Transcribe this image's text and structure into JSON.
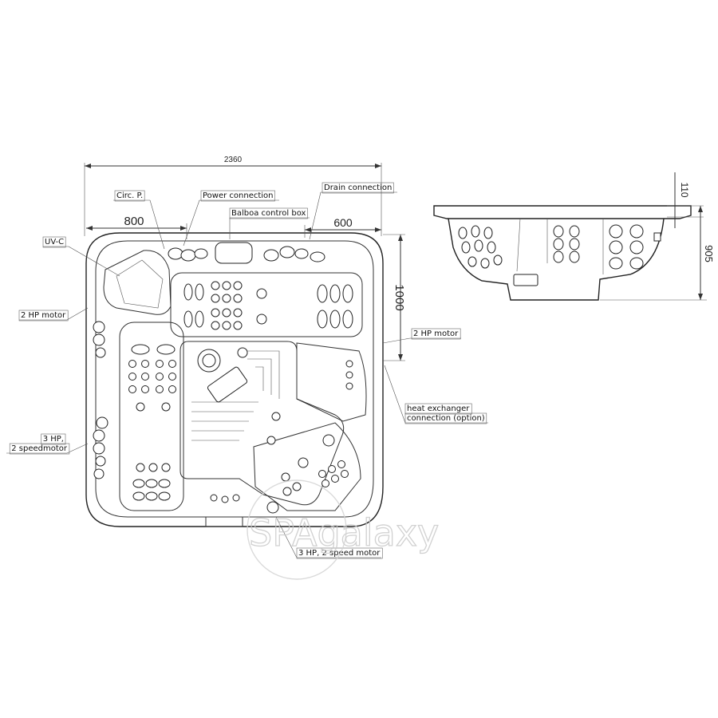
{
  "dimensions": {
    "overall_width": "2360",
    "left_width": "800",
    "right_width": "600",
    "right_depth": "1000",
    "rim_height": "110",
    "total_height": "905"
  },
  "labels": {
    "circ_p": "Circ. P.",
    "power_connection": "Power connection",
    "drain_connection": "Drain connection",
    "balboa_control_box": "Balboa control box",
    "uv_c": "UV-C",
    "motor_2hp_left": "2 HP motor",
    "motor_2hp_right": "2 HP motor",
    "heat_exchanger_line1": "heat exchanger",
    "heat_exchanger_line2": "connection (option)",
    "motor_3hp_left_line1": "3 HP,",
    "motor_3hp_left_line2": "2 speedmotor",
    "motor_3hp_bottom": "3 HP, 2 speed motor"
  },
  "watermark": {
    "text": "SPAgalaxy"
  }
}
